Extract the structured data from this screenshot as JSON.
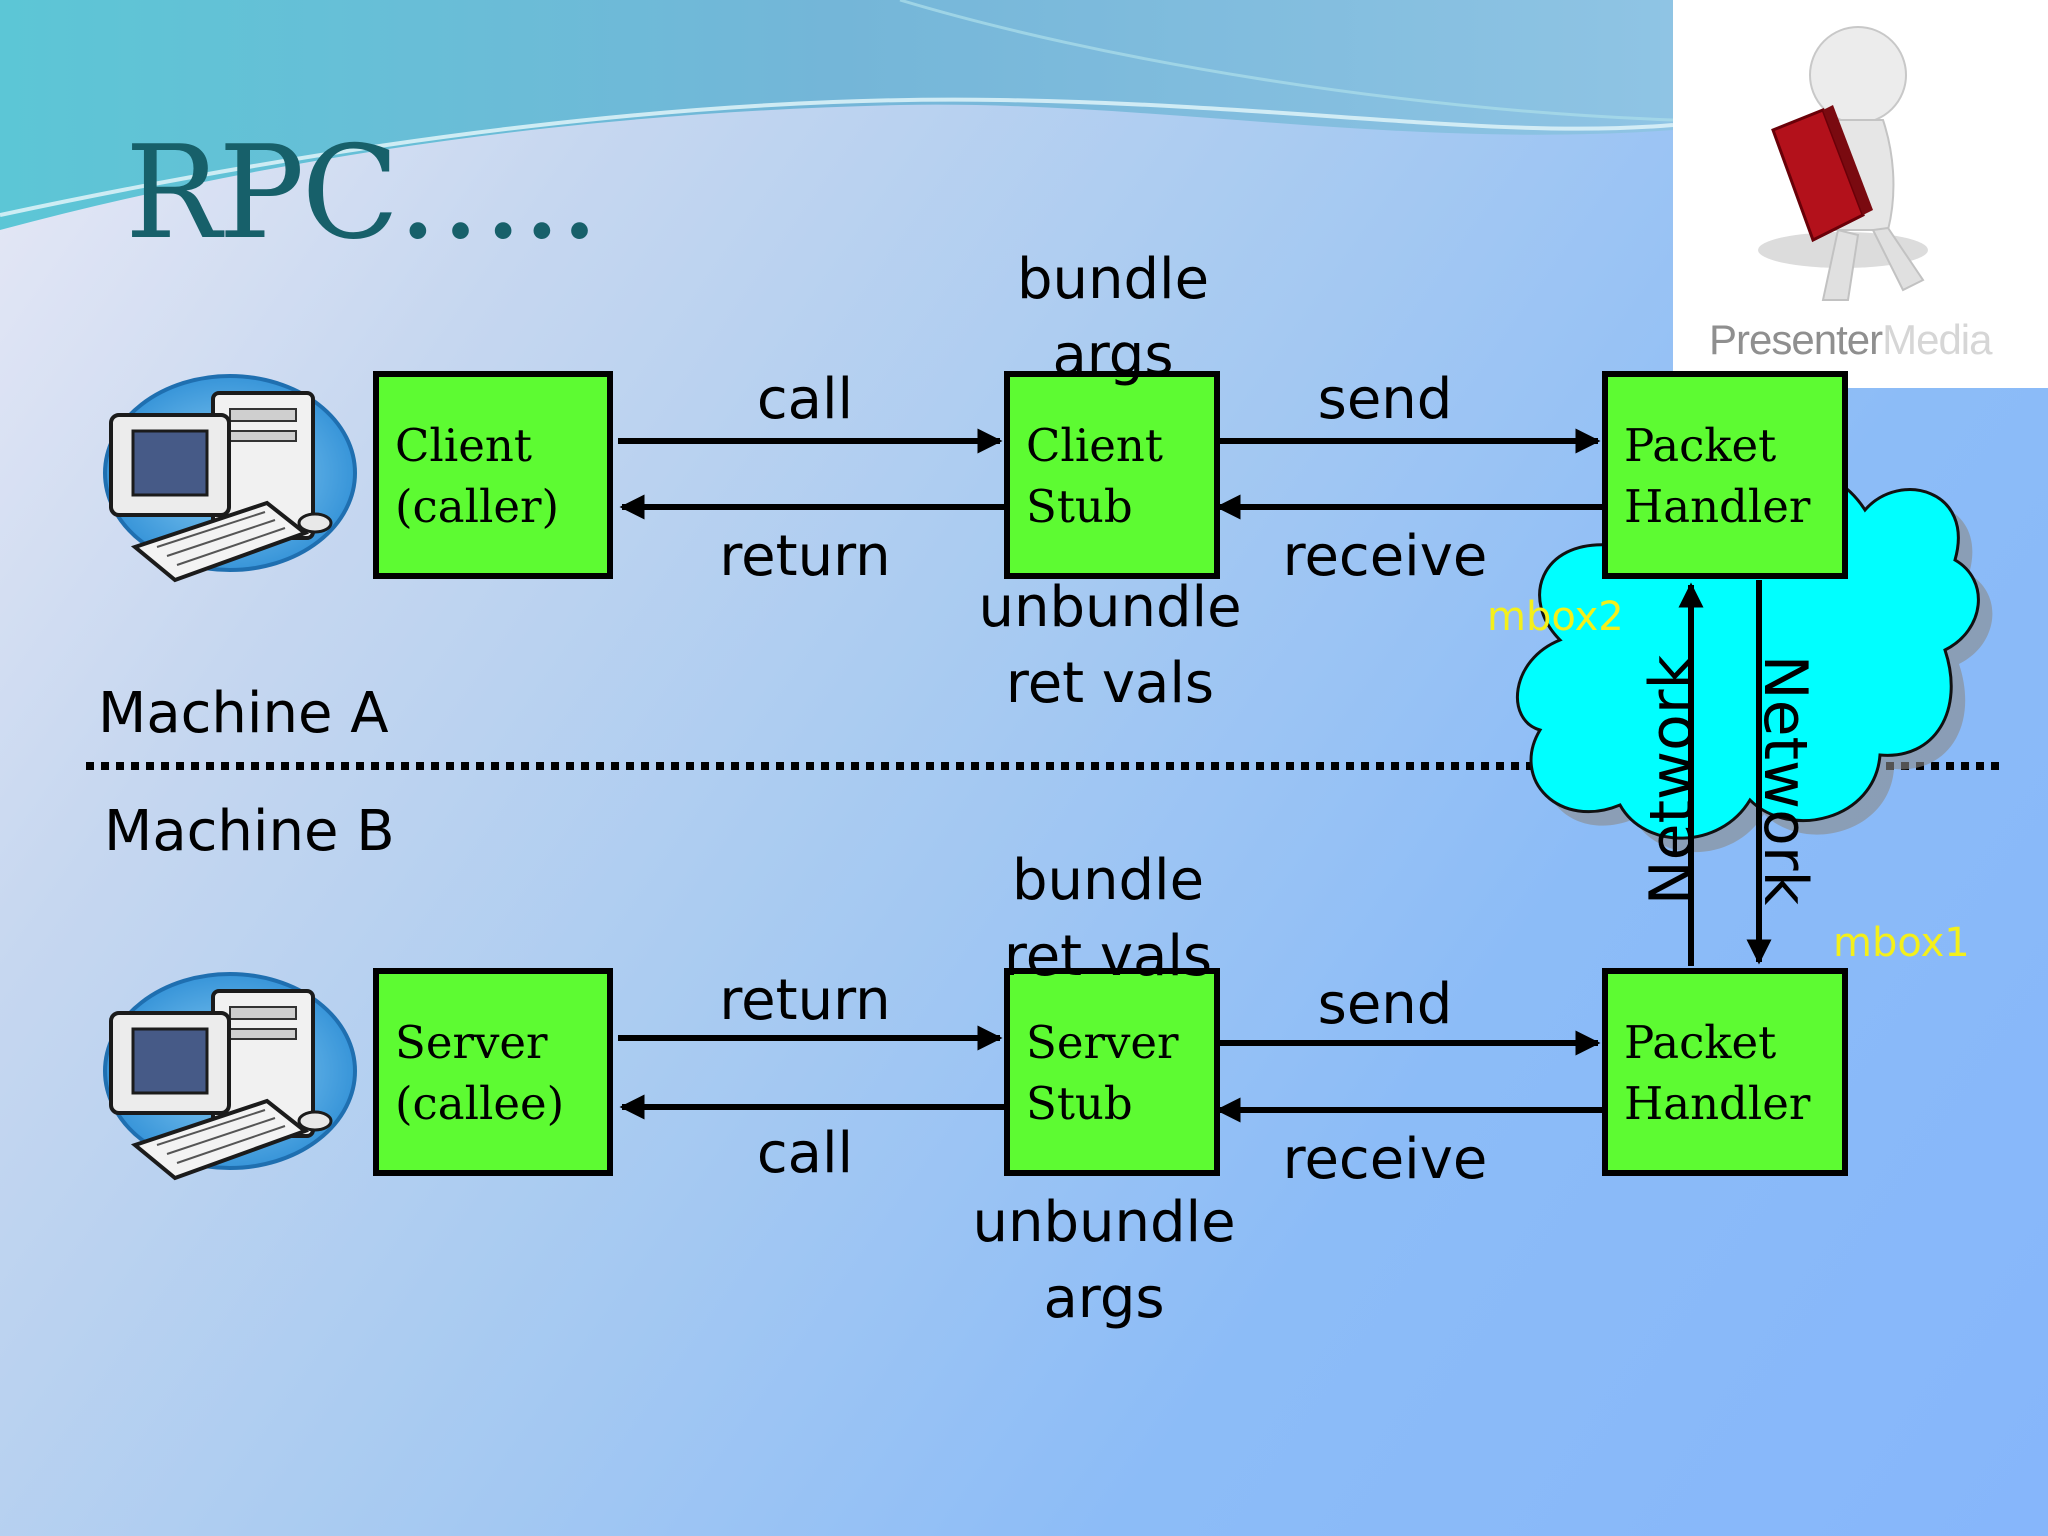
{
  "title": "RPC…..",
  "logo": {
    "brand": "Presenter",
    "brand_faded": "Media",
    "icon": "figure-reading-red-book-icon"
  },
  "machine_a": "Machine A",
  "machine_b": "Machine B",
  "top_row": {
    "client_box": {
      "line1": "Client",
      "line2": "(caller)"
    },
    "stub_box": {
      "line1": "Client",
      "line2": "Stub"
    },
    "handler_box": {
      "line1": "Packet",
      "line2": "Handler"
    },
    "call": "call",
    "return": "return",
    "send": "send",
    "receive": "receive",
    "bundle": {
      "line1": "bundle",
      "line2": "args"
    },
    "unbundle": {
      "line1": "unbundle",
      "line2": "ret vals"
    }
  },
  "bottom_row": {
    "server_box": {
      "line1": "Server",
      "line2": "(callee)"
    },
    "stub_box": {
      "line1": "Server",
      "line2": "Stub"
    },
    "handler_box": {
      "line1": "Packet",
      "line2": "Handler"
    },
    "return": "return",
    "call": "call",
    "send": "send",
    "receive": "receive",
    "bundle": {
      "line1": "bundle",
      "line2": "ret vals"
    },
    "unbundle": {
      "line1": "unbundle",
      "line2": "args"
    }
  },
  "network": {
    "left": "Network",
    "right": "Network"
  },
  "mbox2": "mbox2",
  "mbox1": "mbox1",
  "colors": {
    "box_fill": "#5dfb32",
    "cloud_fill": "#00ffff",
    "title": "#17606a",
    "mbox": "#f4f01a"
  }
}
